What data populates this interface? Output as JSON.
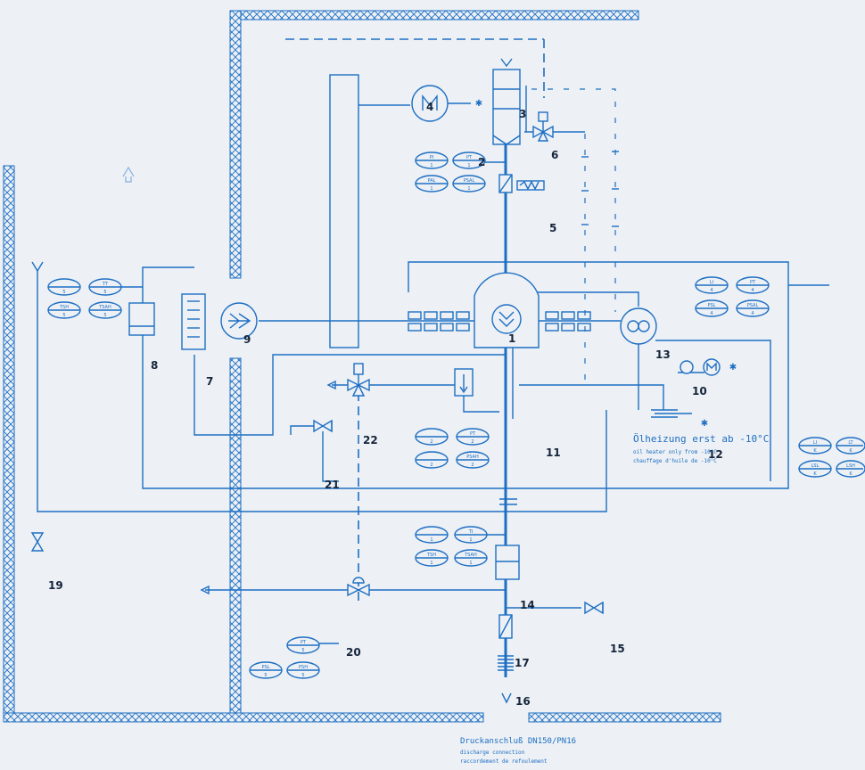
{
  "item_numbers": [
    "1",
    "2",
    "3",
    "4",
    "5",
    "6",
    "7",
    "8",
    "9",
    "10",
    "11",
    "12",
    "13",
    "14",
    "15",
    "16",
    "17",
    "19",
    "20",
    "21",
    "22"
  ],
  "instrument_groups": [
    {
      "id": "g2",
      "tags": [
        [
          "PI",
          "1"
        ],
        [
          "PT",
          "1"
        ],
        [
          "PAL",
          "1"
        ],
        [
          "PSAL",
          "1"
        ]
      ]
    },
    {
      "id": "g11",
      "tags": [
        [
          "",
          "2"
        ],
        [
          "PT",
          "2"
        ],
        [
          "",
          "2"
        ],
        [
          "PSAH",
          "2"
        ]
      ]
    },
    {
      "id": "g14",
      "tags": [
        [
          "",
          "1"
        ],
        [
          "TI",
          "1"
        ],
        [
          "TSH",
          "1"
        ],
        [
          "TSAH",
          "1"
        ]
      ]
    },
    {
      "id": "g8",
      "tags": [
        [
          "",
          "5"
        ],
        [
          "TT",
          "5"
        ],
        [
          "TSH",
          "5"
        ],
        [
          "TSAH",
          "5"
        ]
      ]
    },
    {
      "id": "g13",
      "tags": [
        [
          "LI",
          "4"
        ],
        [
          "PT",
          "4"
        ],
        [
          "PSL",
          "4"
        ],
        [
          "PSAL",
          "4"
        ]
      ]
    },
    {
      "id": "gR",
      "tags": [
        [
          "LI",
          "K"
        ],
        [
          "LT",
          "K"
        ],
        [
          "LSL",
          "K"
        ],
        [
          "LSH",
          "K"
        ]
      ]
    },
    {
      "id": "g20",
      "tags": [
        [
          "PT",
          "5"
        ],
        [
          "PSL",
          "5"
        ],
        [
          "PSH",
          "5"
        ]
      ]
    }
  ],
  "notes": {
    "heating_de": "Ölheizung erst ab -10°C",
    "heating_en": "oil heater only from -10°C",
    "heating_fr": "chauffage d'huile de -10°C",
    "pressure_connection": "Druckanschluß DN150/PN16",
    "pressure_en": "discharge connection",
    "pressure_fr": "raccordement de refoulement"
  }
}
